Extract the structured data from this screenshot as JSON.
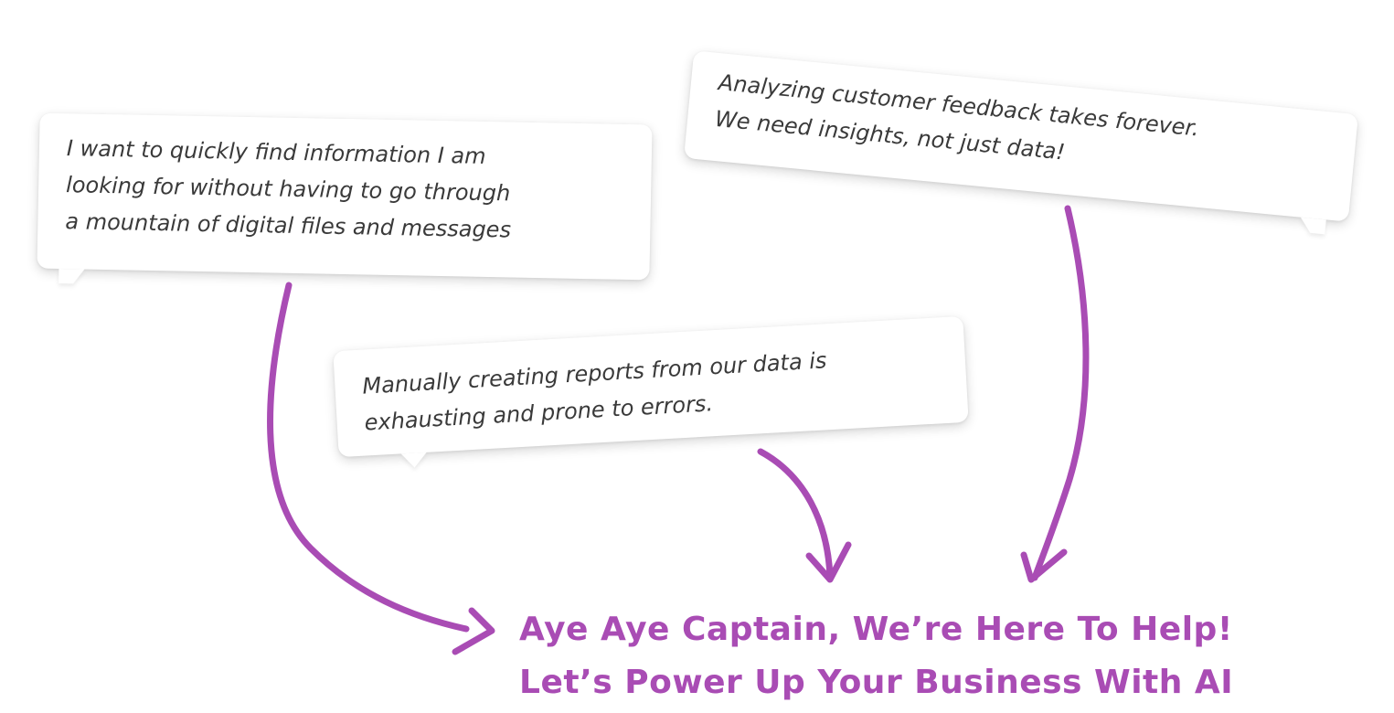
{
  "bubbles": [
    {
      "lines": [
        "I want to quickly find information I am",
        "looking for without having to go through",
        "a mountain of digital files and messages"
      ]
    },
    {
      "lines": [
        "Analyzing customer feedback takes forever.",
        "We need insights, not just data!"
      ]
    },
    {
      "lines": [
        "Manually creating reports from our data is",
        "exhausting and prone to errors."
      ]
    }
  ],
  "headline": {
    "line1": "Aye Aye Captain, We’re Here To Help!",
    "line2": "Let’s Power Up Your Business With AI"
  },
  "colors": {
    "accent": "#a94cb4",
    "bubble_text": "#3a3a3a",
    "bubble_bg": "#ffffff"
  }
}
